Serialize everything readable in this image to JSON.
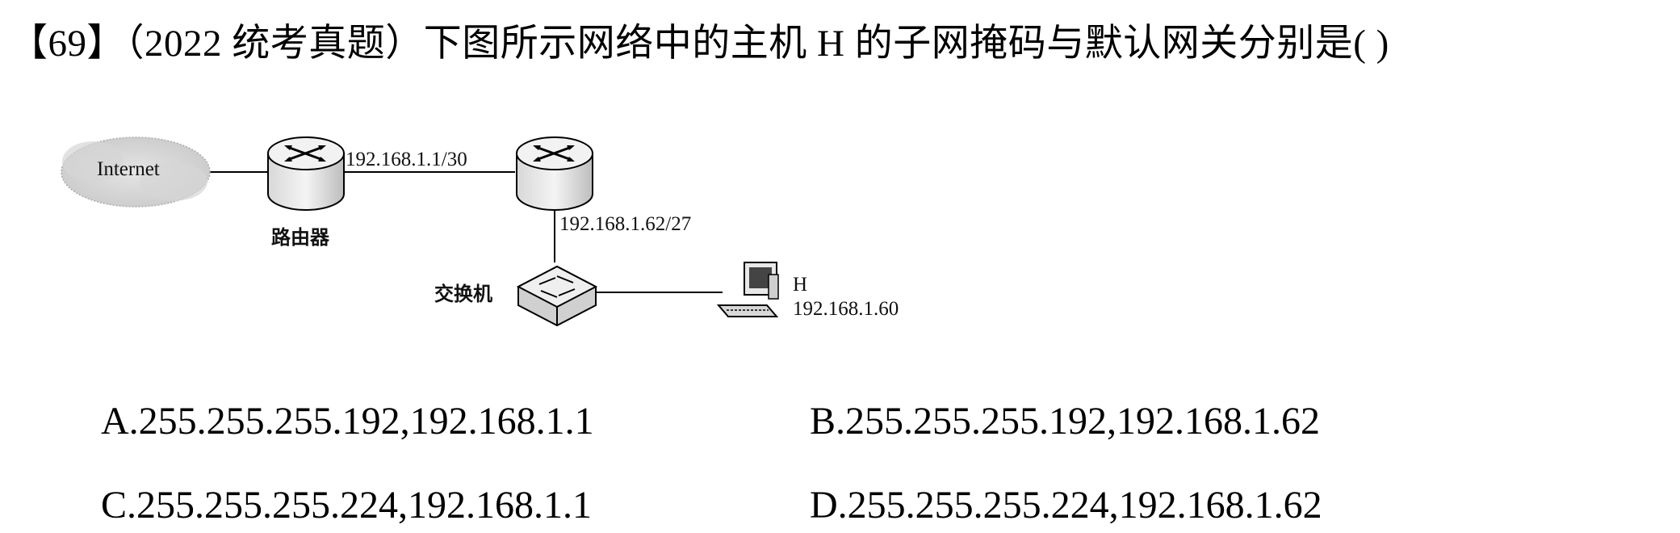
{
  "question": {
    "title": "【69】（2022 统考真题）下图所示网络中的主机 H 的子网掩码与默认网关分别是(      )"
  },
  "diagram": {
    "internet_label": "Internet",
    "router1_link_ip": "192.168.1.1/30",
    "router1_label": "路由器",
    "router2_lan_ip": "192.168.1.62/27",
    "switch_label": "交换机",
    "host_name": "H",
    "host_ip": "192.168.1.60"
  },
  "options": {
    "a": "A.255.255.255.192,192.168.1.1",
    "b": "B.255.255.255.192,192.168.1.62",
    "c": "C.255.255.255.224,192.168.1.1",
    "d": "D.255.255.255.224,192.168.1.62"
  }
}
